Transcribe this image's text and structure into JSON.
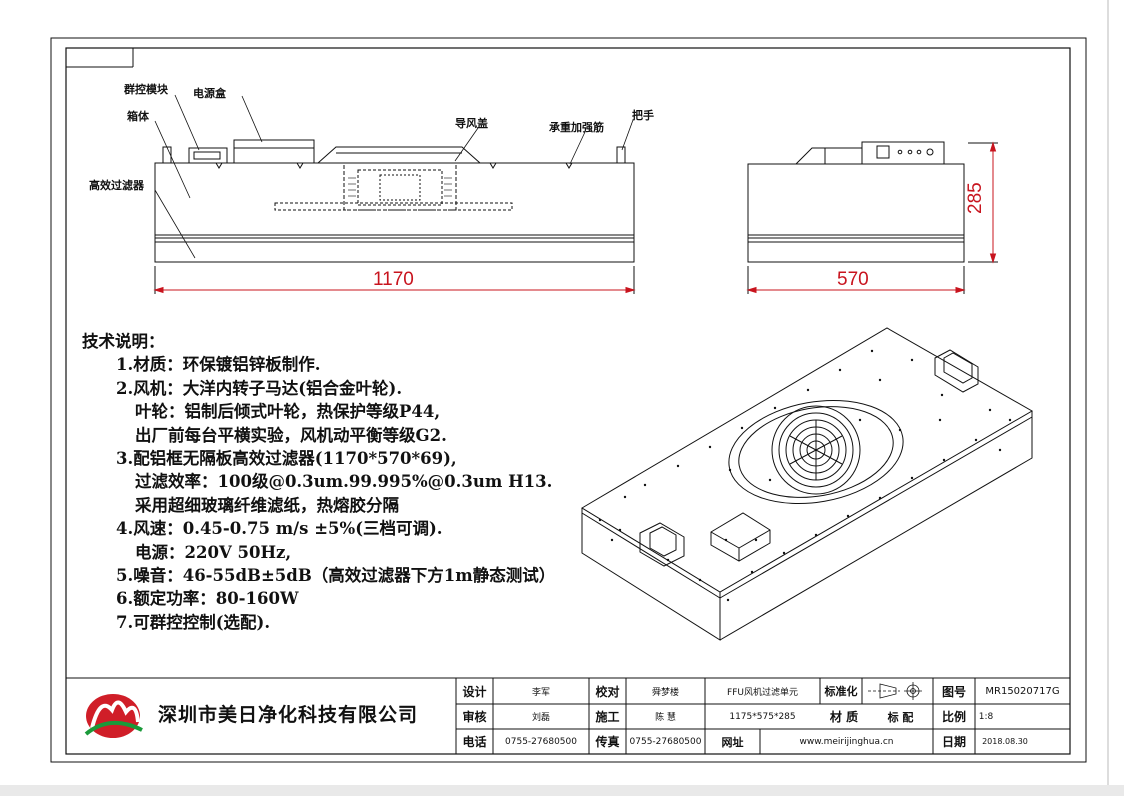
{
  "labels": {
    "group_module": "群控模块",
    "power_box": "电源盒",
    "cabinet": "箱体",
    "hepa_filter": "高效过滤器",
    "air_guide": "导风盖",
    "reinforcement": "承重加强筋",
    "handle": "把手"
  },
  "dimensions": {
    "length": "1170",
    "width": "570",
    "height": "285"
  },
  "notes": {
    "heading": "技术说明：",
    "lines": [
      "1.材质：环保镀铝锌板制作.",
      "2.风机：大洋内转子马达(铝合金叶轮).",
      "叶轮：铝制后倾式叶轮，热保护等级P44,",
      "出厂前每台平横实验，风机动平衡等级G2.",
      "3.配铝框无隔板高效过滤器(1170*570*69),",
      "过滤效率：100级@0.3um.99.995%@0.3um H13.",
      "采用超细玻璃纤维滤纸，热熔胶分隔",
      "4.风速：0.45-0.75 m/s ±5%(三档可调).",
      "电源：220V 50Hz,",
      "5.噪音：46-55dB±5dB（高效过滤器下方1m静态测试）",
      "6.额定功率：80-160W",
      "7.可群控控制(选配)."
    ]
  },
  "title_block": {
    "company": "深圳市美日净化科技有限公司",
    "design_label": "设计",
    "design_value": "李军",
    "check_label": "校对",
    "check_value": "舜梦楼",
    "product_name": "FFU风机过滤单元",
    "standardization_label": "标准化",
    "drawing_no_label": "图号",
    "drawing_no_value": "MR15020717G",
    "review_label": "审核",
    "review_value": "刘磊",
    "construction_label": "施工",
    "construction_value": "陈  慧",
    "size_value": "1175*575*285",
    "material_label": "材 质",
    "material_value": "标  配",
    "scale_label": "比例",
    "scale_value": "1:8",
    "phone_label": "电话",
    "phone_value": "0755-27680500",
    "fax_label": "传真",
    "fax_value": "0755-27680500",
    "website_label": "网址",
    "website_value": "www.meirijinghua.cn",
    "date_label": "日期",
    "date_value": "2018.08.30"
  },
  "colors": {
    "line": "#111111",
    "dimension": "#c8141e",
    "logo_red": "#d01e28",
    "logo_green": "#1a9a3a"
  }
}
